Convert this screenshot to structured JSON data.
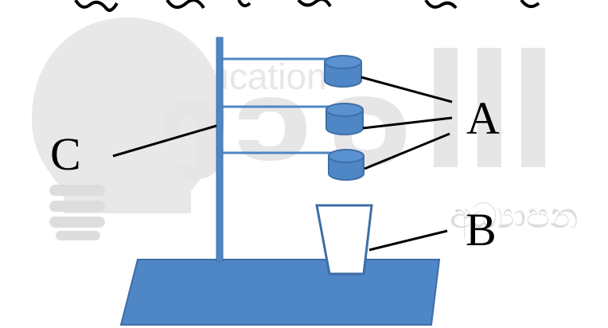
{
  "watermark": {
    "title": "Education",
    "subtitle": "අධ්‍යාපන"
  },
  "labels": {
    "a": "A",
    "b": "B",
    "c": "C"
  },
  "colors": {
    "apparatus_fill": "#4f86c6",
    "apparatus_stroke": "#3f6ea6",
    "label_text": "#000000",
    "watermark": "#e6e6e6"
  }
}
